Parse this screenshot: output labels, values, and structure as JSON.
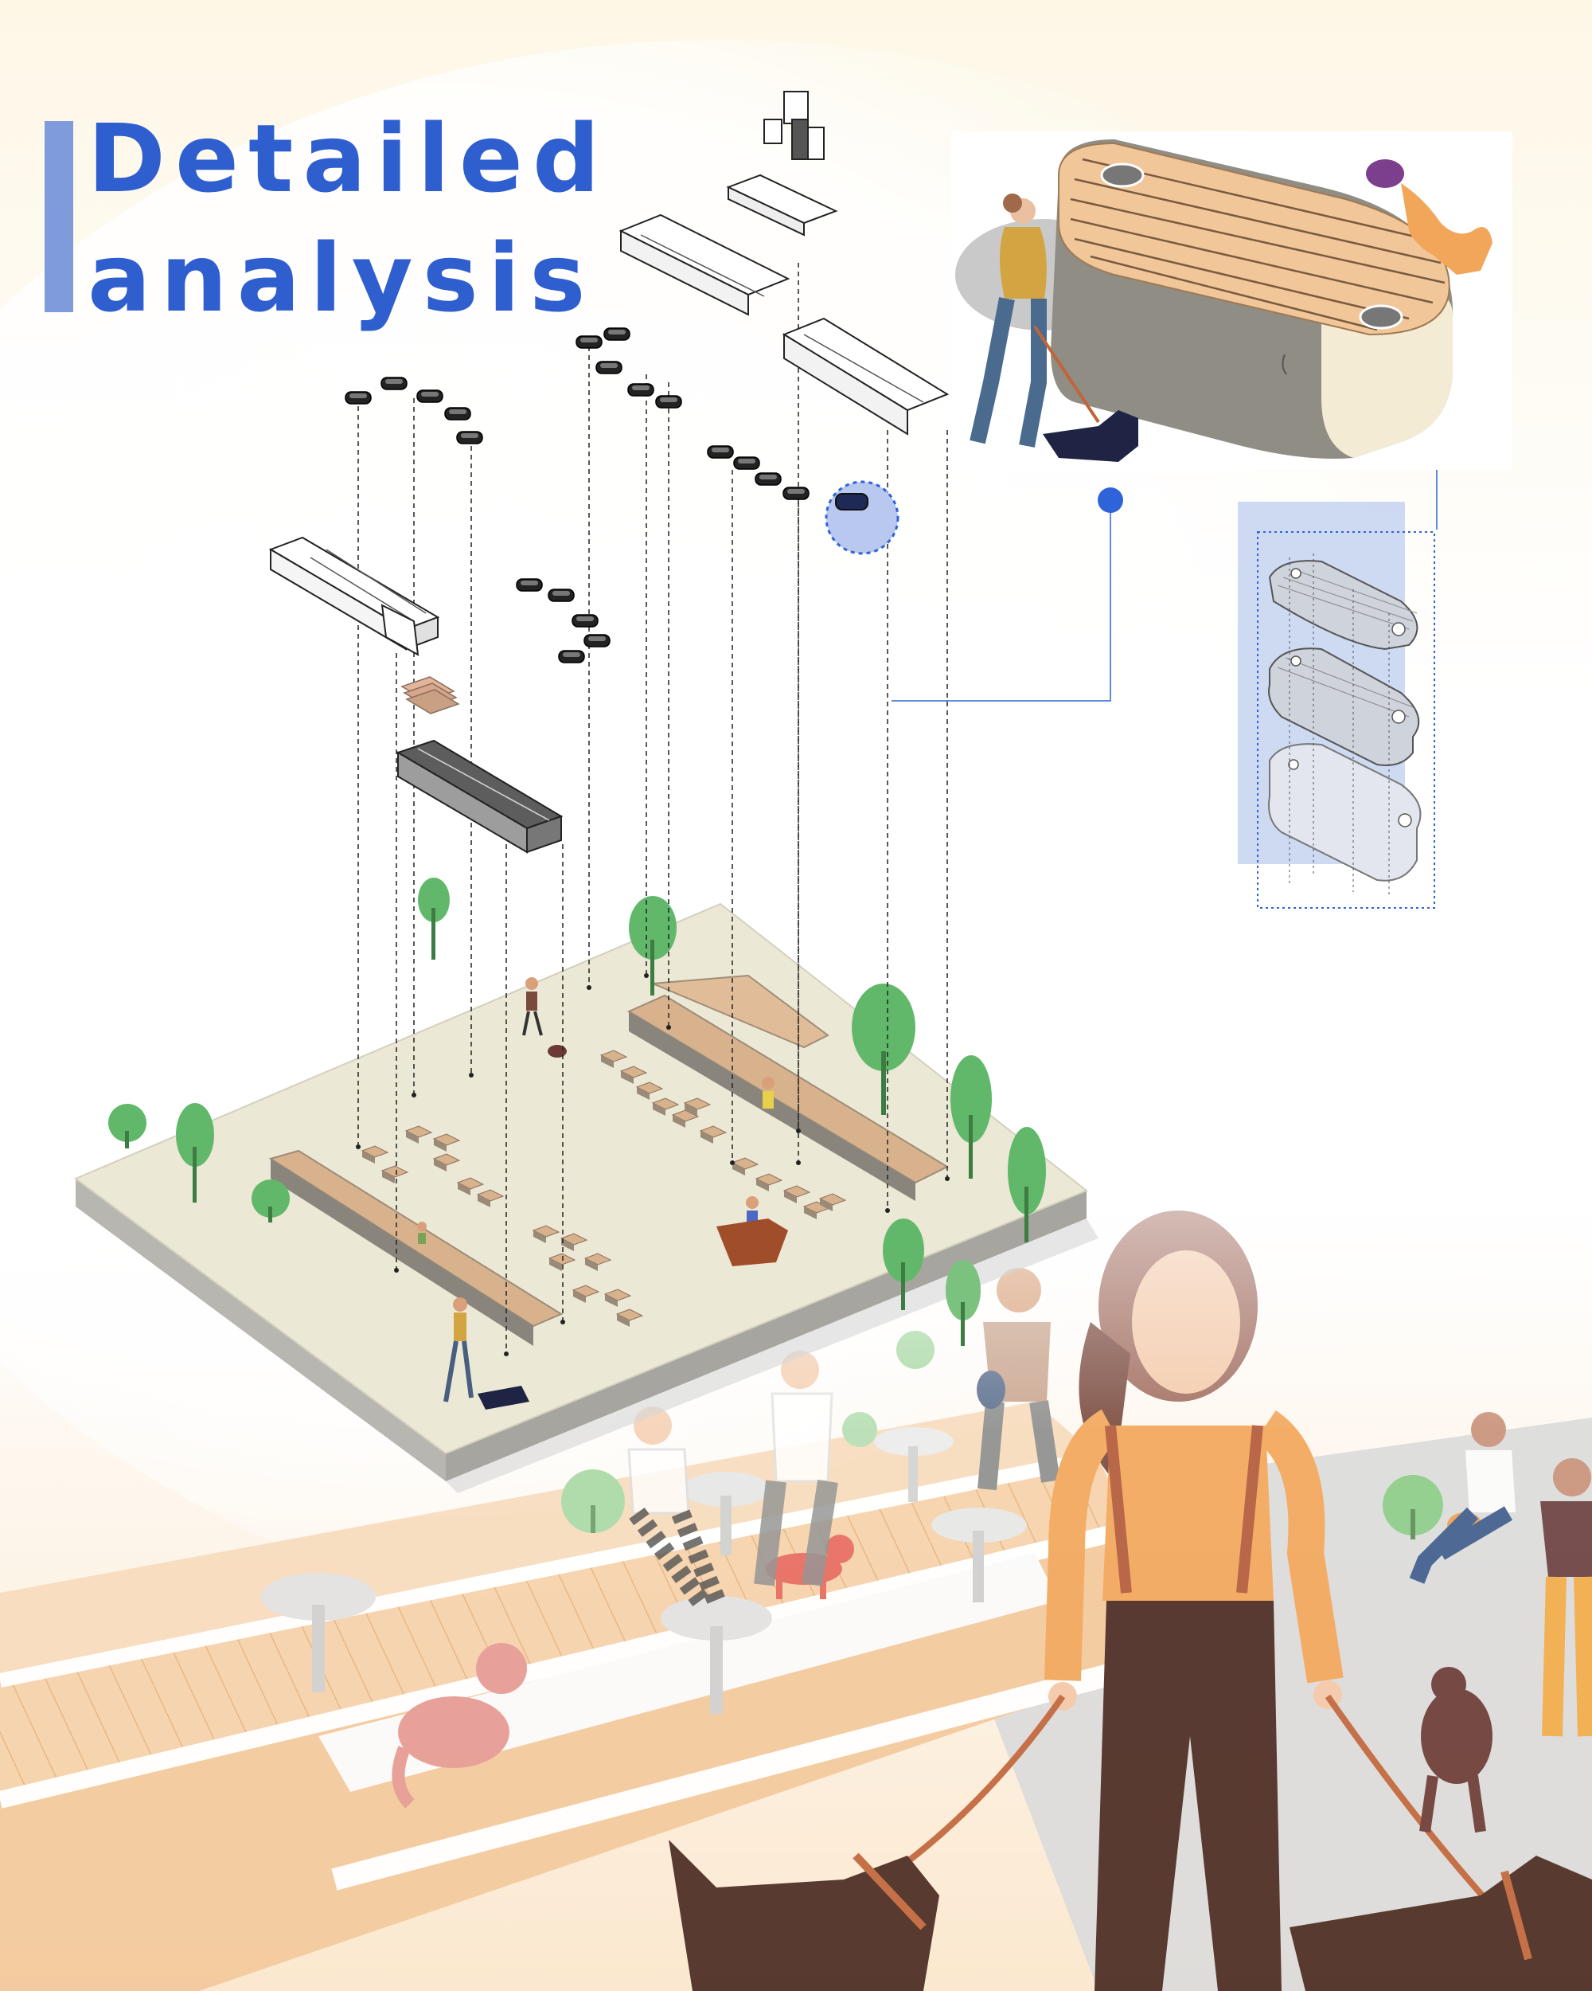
{
  "title": {
    "line1": "Detailed",
    "line2": "analysis"
  },
  "colors": {
    "title_text": "#2f5fcf",
    "title_bar": "#7f9bdc",
    "platform_top": "#ece8d6",
    "platform_side": "#b9b8b4",
    "wood": "#f1c79a",
    "tree": "#62b86a",
    "accent_blue": "#2f64d8",
    "highlight_blue": "#c5d2f0",
    "dog_dark": "#4a2a22",
    "leash": "#c0653a",
    "shirt_orange": "#f2a65a"
  },
  "icons": [
    "dog-walker-figure",
    "frisbee-dog-figure",
    "oval-bench-module",
    "exploded-bench-layers",
    "tree-icon",
    "stool-icon",
    "cat-icon"
  ]
}
